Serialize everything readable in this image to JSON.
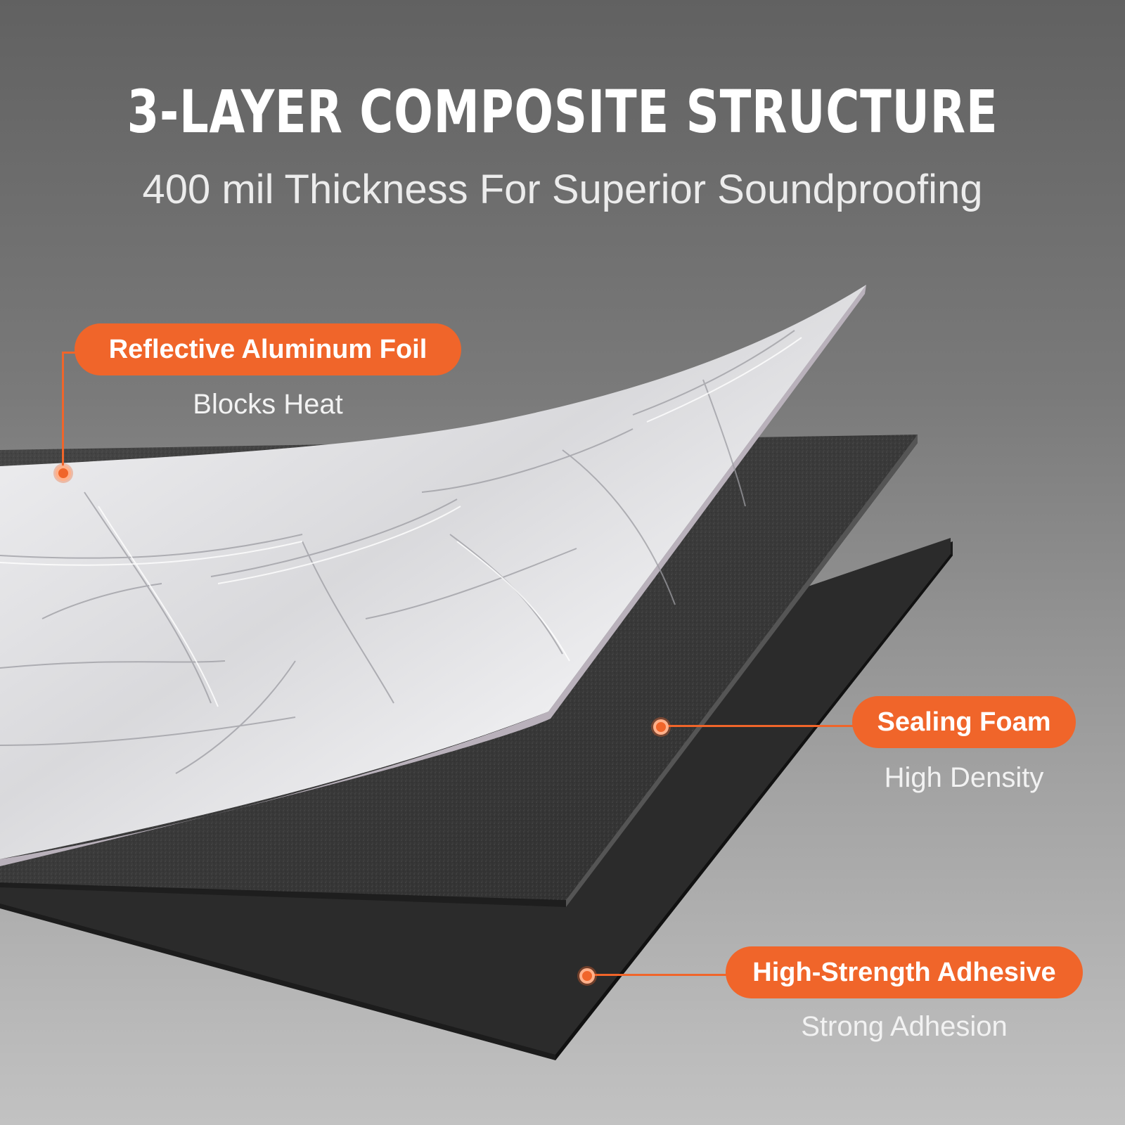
{
  "title": "3-LAYER COMPOSITE STRUCTURE",
  "subtitle": "400 mil Thickness For Superior Soundproofing",
  "layers": [
    {
      "label": "Reflective Aluminum Foil",
      "caption": "Blocks Heat"
    },
    {
      "label": "Sealing Foam",
      "caption": "High Density"
    },
    {
      "label": "High-Strength Adhesive",
      "caption": "Strong Adhesion"
    }
  ],
  "colors": {
    "accent": "#f0652a",
    "foil": "#e8e8ea",
    "foam": "#3a3a3a",
    "adhesive": "#2a2a2a"
  }
}
